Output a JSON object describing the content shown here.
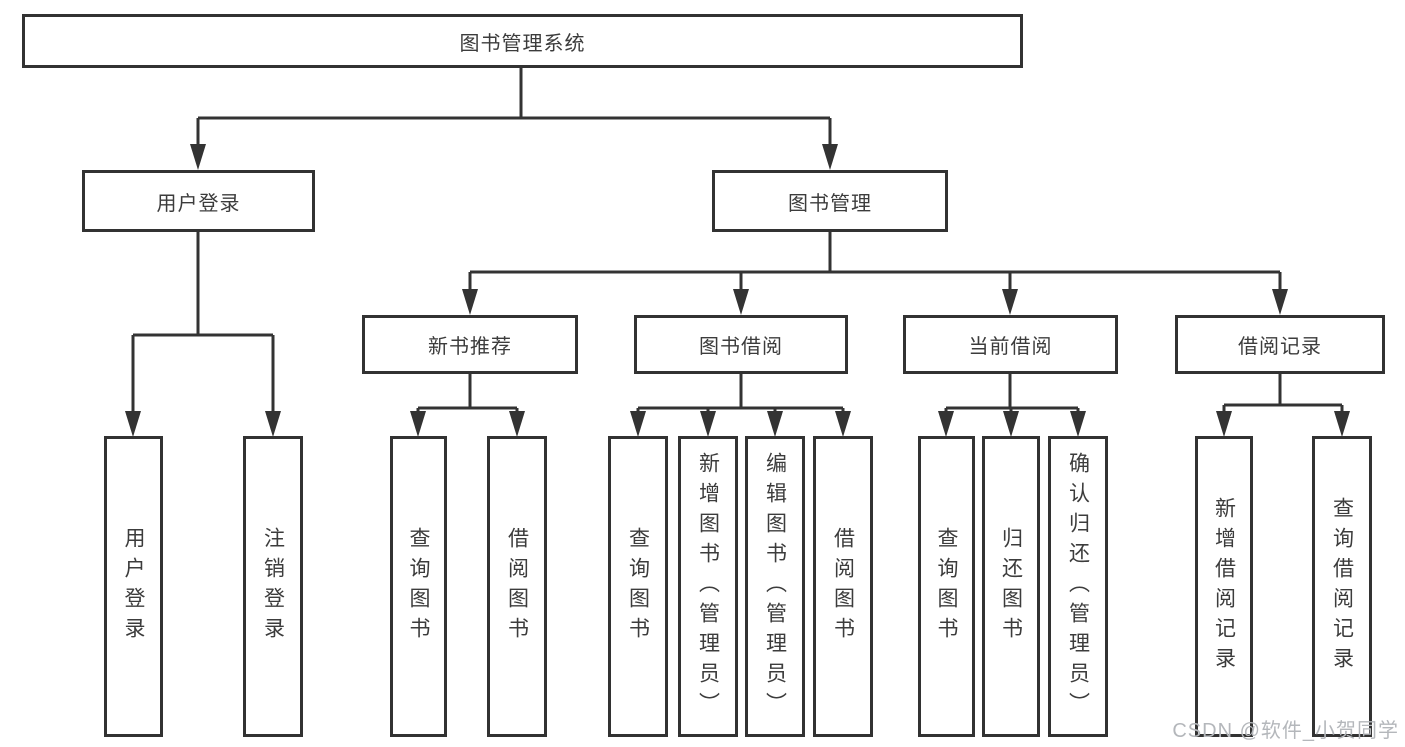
{
  "tree": {
    "label": "图书管理系统",
    "children": [
      {
        "label": "用户登录",
        "children": [
          {
            "label": "用户登录"
          },
          {
            "label": "注销登录"
          }
        ]
      },
      {
        "label": "图书管理",
        "children": [
          {
            "label": "新书推荐",
            "children": [
              {
                "label": "查询图书"
              },
              {
                "label": "借阅图书"
              }
            ]
          },
          {
            "label": "图书借阅",
            "children": [
              {
                "label": "查询图书"
              },
              {
                "label": "新增图书（管理员）"
              },
              {
                "label": "编辑图书（管理员）"
              },
              {
                "label": "借阅图书"
              }
            ]
          },
          {
            "label": "当前借阅",
            "children": [
              {
                "label": "查询图书"
              },
              {
                "label": "归还图书"
              },
              {
                "label": "确认归还（管理员）"
              }
            ]
          },
          {
            "label": "借阅记录",
            "children": [
              {
                "label": "新增借阅记录"
              },
              {
                "label": "查询借阅记录"
              }
            ]
          }
        ]
      }
    ]
  },
  "watermark": {
    "text": "CSDN @软件_小贺同学"
  },
  "colors": {
    "line": "#333333",
    "box_border": "#323232",
    "text": "#3c3c3c",
    "watermark": "#b4b7bb",
    "background": "#ffffff"
  }
}
